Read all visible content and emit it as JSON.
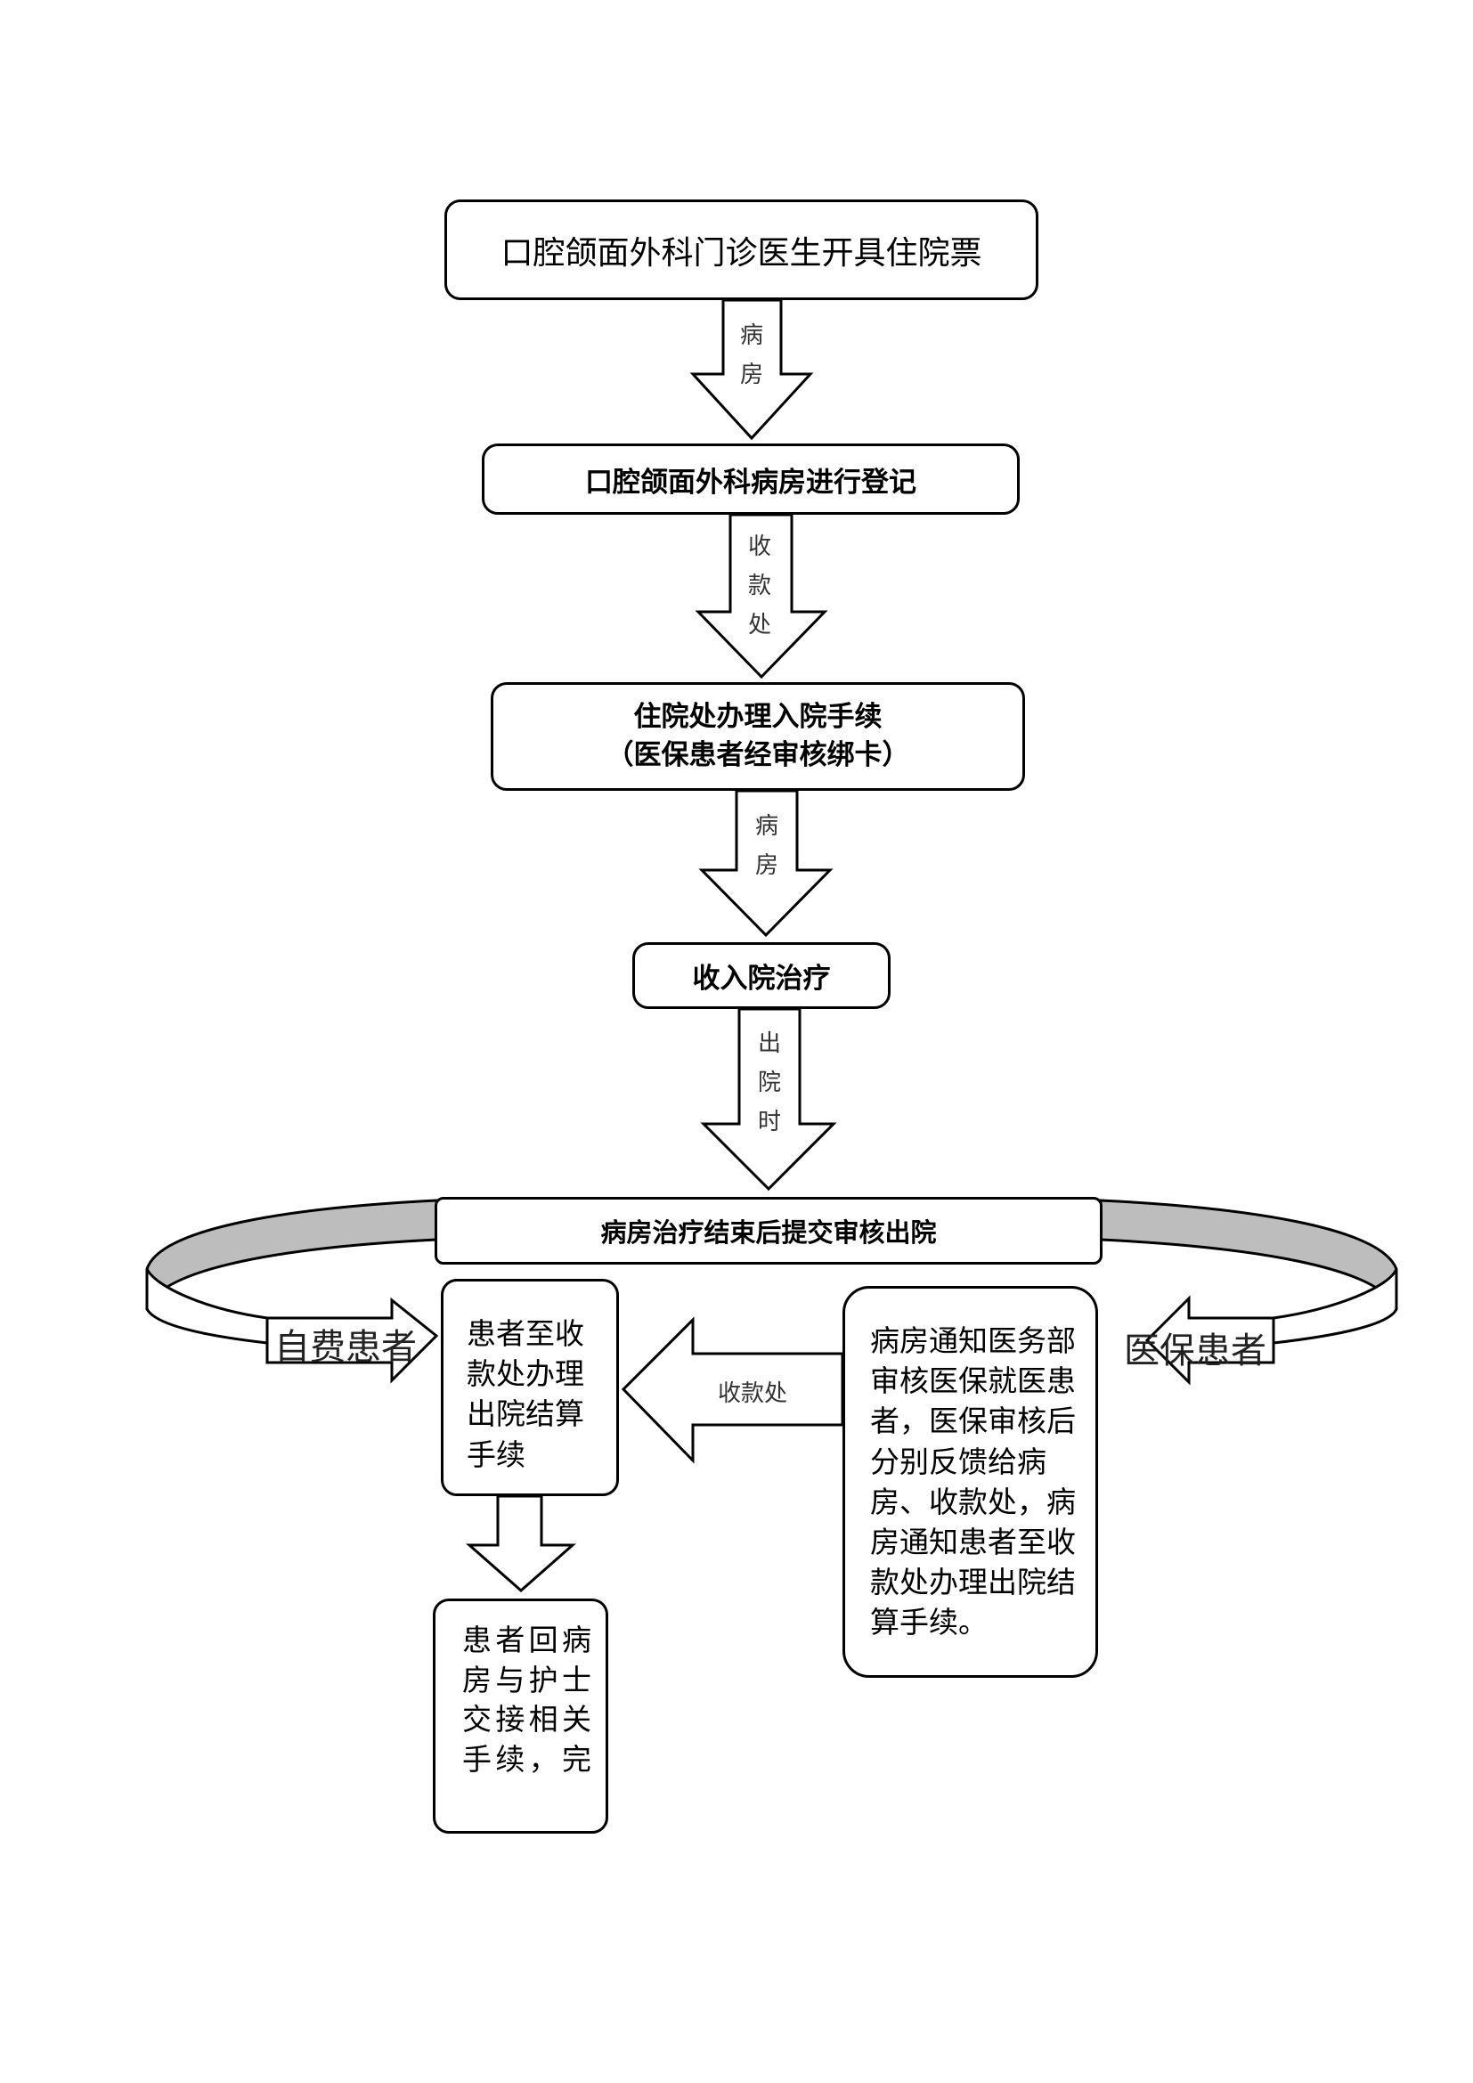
{
  "boxes": {
    "outpatient": "口腔颌面外科门诊医生开具住院票",
    "ward_register": "口腔颌面外科病房进行登记",
    "admission_line1": "住院处办理入院手续",
    "admission_line2": "（医保患者经审核绑卡）",
    "admit_treat": "收入院治疗",
    "discharge_review": "病房治疗结束后提交审核出院",
    "self_pay_settle": "患者至收款处办理出院结算手续",
    "insured_process": "病房通知医务部审核医保就医患者，医保审核后分别反馈给病房、收款处，病房通知患者至收款处办理出院结算手续。",
    "return_ward": "患者回病房与护士交接相关手续，完"
  },
  "arrows": {
    "a1": "病房",
    "a2": "收款处",
    "a3": "病房",
    "a4": "出院时",
    "left_arrow": "收款处"
  },
  "branches": {
    "self_pay": "自费患者",
    "insured": "医保患者"
  }
}
